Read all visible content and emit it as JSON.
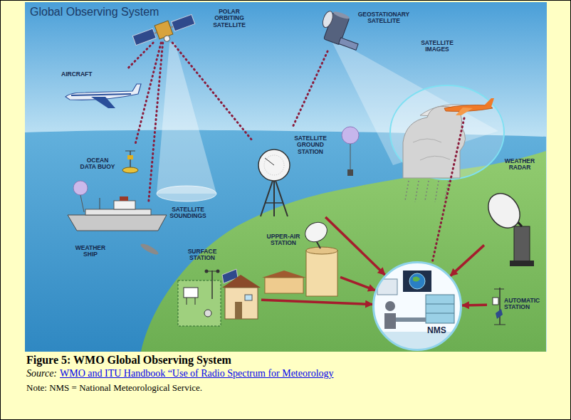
{
  "diagram": {
    "title": "Global Observing System",
    "caption": "Figure 5: WMO Global Observing System",
    "nodes": [
      {
        "text": [
          "POLAR ORBITING SATELLITE"
        ]
      },
      {
        "text": [
          "GEOSTATIONARY SATELLITE"
        ]
      },
      {
        "text": [
          "AIRCRAFT"
        ]
      },
      {
        "text": [
          "OCEAN DATA BUOY"
        ]
      },
      {
        "text": [
          "SATELLITE GROUND STATION"
        ]
      },
      {
        "text": [
          "WEATHER SHIP"
        ]
      },
      {
        "text": [
          "UPPER-AIR STATION"
        ]
      },
      {
        "text": [
          "SURFACE STATION"
        ]
      },
      {
        "text": [
          "WEATHER RADAR"
        ]
      },
      {
        "text": [
          "AUTOMATIC STATION"
        ]
      },
      {
        "text": [
          "NMS"
        ]
      }
    ],
    "edges": [
      {
        "from": 0,
        "to": 2,
        "arrow": "none"
      },
      {
        "from": 0,
        "to": 3,
        "arrow": "none"
      },
      {
        "from": 0,
        "to": 5,
        "arrow": "none"
      },
      {
        "from": 0,
        "to": 4,
        "arrow": "none"
      },
      {
        "from": 1,
        "to": 4,
        "arrow": "none"
      },
      {
        "from": 4,
        "to": 10,
        "arrow": "to"
      },
      {
        "from": 6,
        "to": 10,
        "arrow": "to"
      },
      {
        "from": 7,
        "to": 10,
        "arrow": "to"
      },
      {
        "from": 8,
        "to": 10,
        "arrow": "to"
      },
      {
        "from": 9,
        "to": 10,
        "arrow": "to"
      }
    ],
    "labels": [
      "SATELLITE IMAGES",
      "SATELLITE SOUNDINGS",
      "Source:",
      "WMO and ITU Handbook “Use of Radio Spectrum for Meteorology",
      "Note: NMS = National Meteorological Service."
    ]
  }
}
